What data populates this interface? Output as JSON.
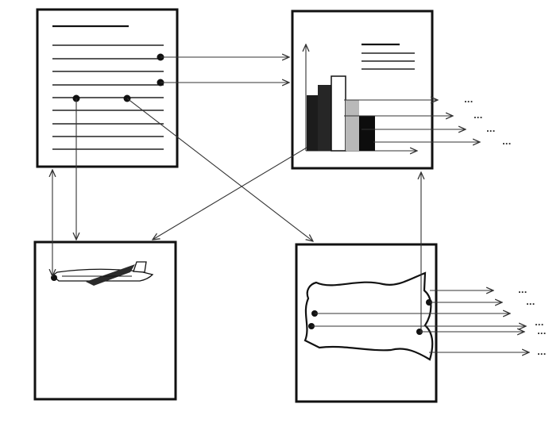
{
  "diagram": {
    "panels": [
      "document",
      "chart",
      "image",
      "map"
    ],
    "connections": [
      {
        "from": "document",
        "to": "chart"
      },
      {
        "from": "document",
        "to": "chart"
      },
      {
        "from": "document",
        "to": "image"
      },
      {
        "from": "document",
        "to": "map"
      },
      {
        "from": "chart",
        "to": "image"
      },
      {
        "from": "map",
        "to": "chart"
      }
    ],
    "ellipsis_marks": [
      "...",
      "...",
      "...",
      "...",
      "...",
      "...",
      "...",
      "...",
      "..."
    ]
  }
}
